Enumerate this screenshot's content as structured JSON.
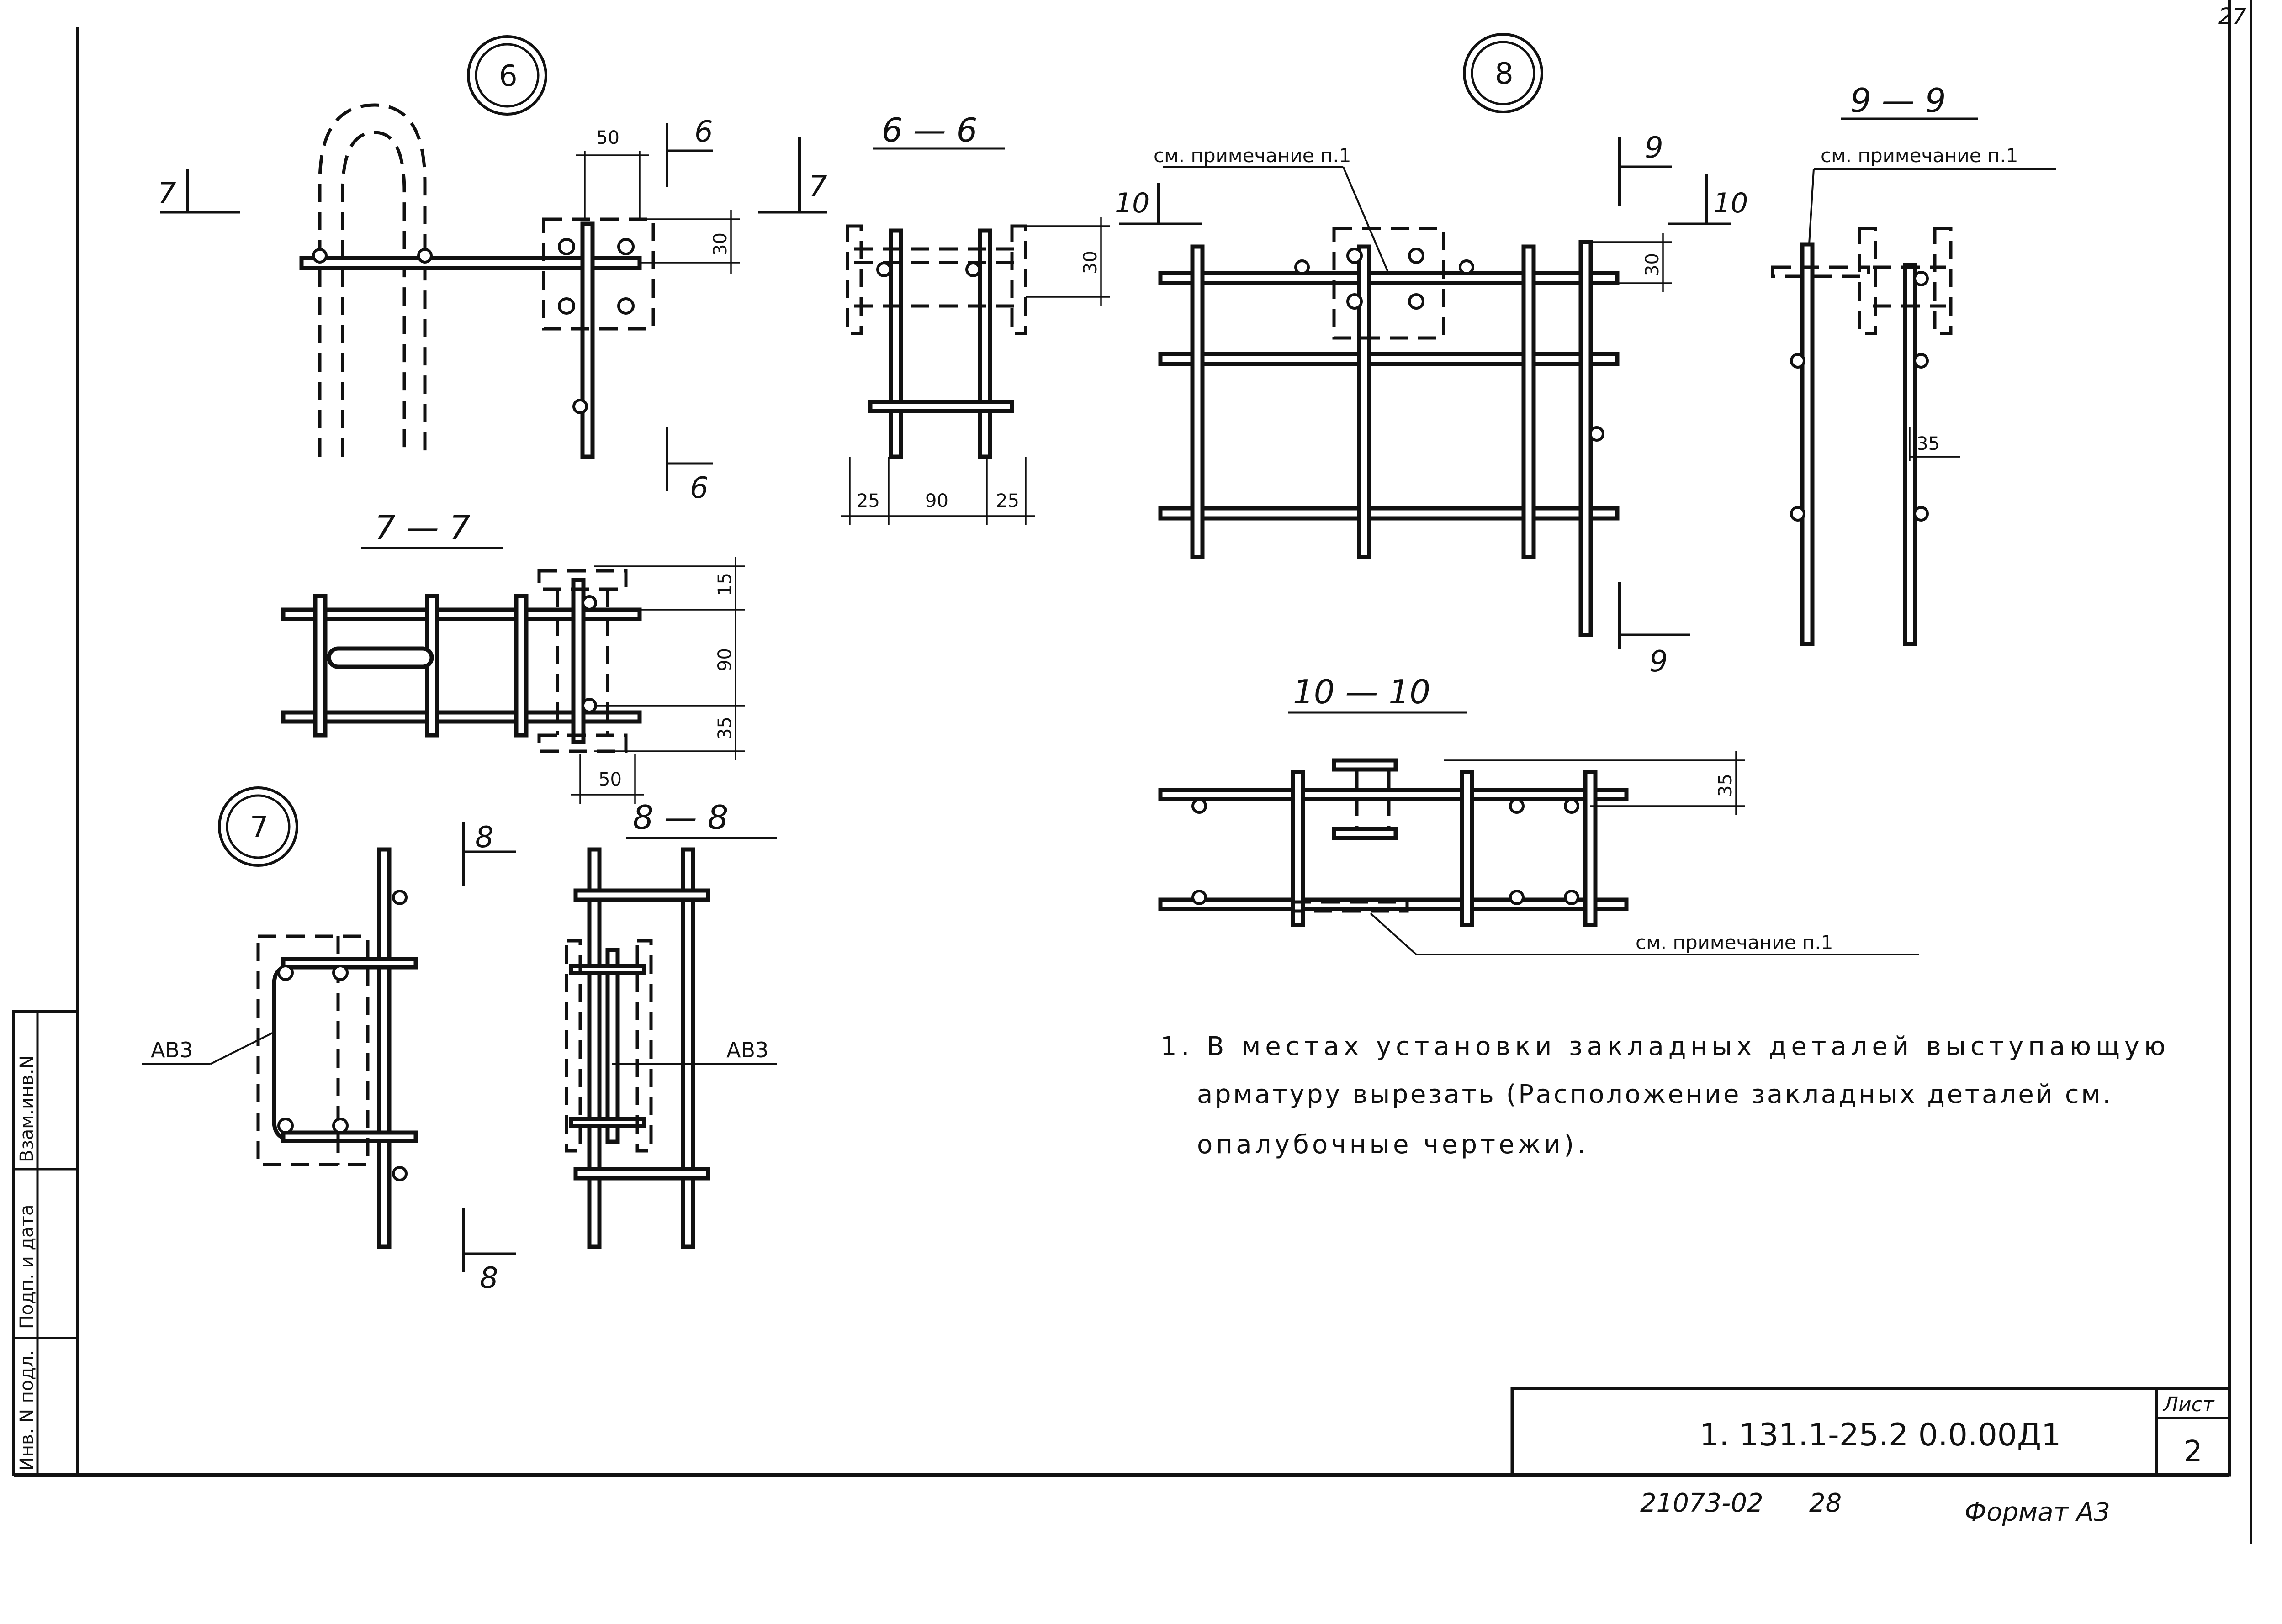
{
  "callouts": {
    "c6": "6",
    "c7": "7",
    "c8": "8"
  },
  "sections": {
    "s66": "6 — 6",
    "s77": "7 — 7",
    "s88": "8 — 8",
    "s99": "9 — 9",
    "s1010": "10 — 10"
  },
  "markers": {
    "m6": "6",
    "m7": "7",
    "m8": "8",
    "m9": "9",
    "m10": "10"
  },
  "dims": {
    "d50": "50",
    "d30": "30",
    "d25": "25",
    "d90": "90",
    "d15": "15",
    "d35": "35"
  },
  "labels": {
    "ab3": "АВ3",
    "note_ref": "см. примечание п.1"
  },
  "note": {
    "line1": "1. В местах установки закладных деталей выступающую",
    "line2": "арматуру вырезать (Расположение закладных деталей см.",
    "line3": "опалубочные чертежи)."
  },
  "stamp": {
    "inv_podl": "Инв. N подл.",
    "podp_data": "Подп. и дата",
    "vzam_inv": "Взам.инв.N"
  },
  "title_block": {
    "code": "1. 131.1-25.2 0.0.00Д1",
    "sheet_label": "Лист",
    "sheet_number": "2"
  },
  "footer": {
    "archive": "21073-02",
    "page": "28",
    "format": "Формат А3",
    "corner_page": "27"
  }
}
